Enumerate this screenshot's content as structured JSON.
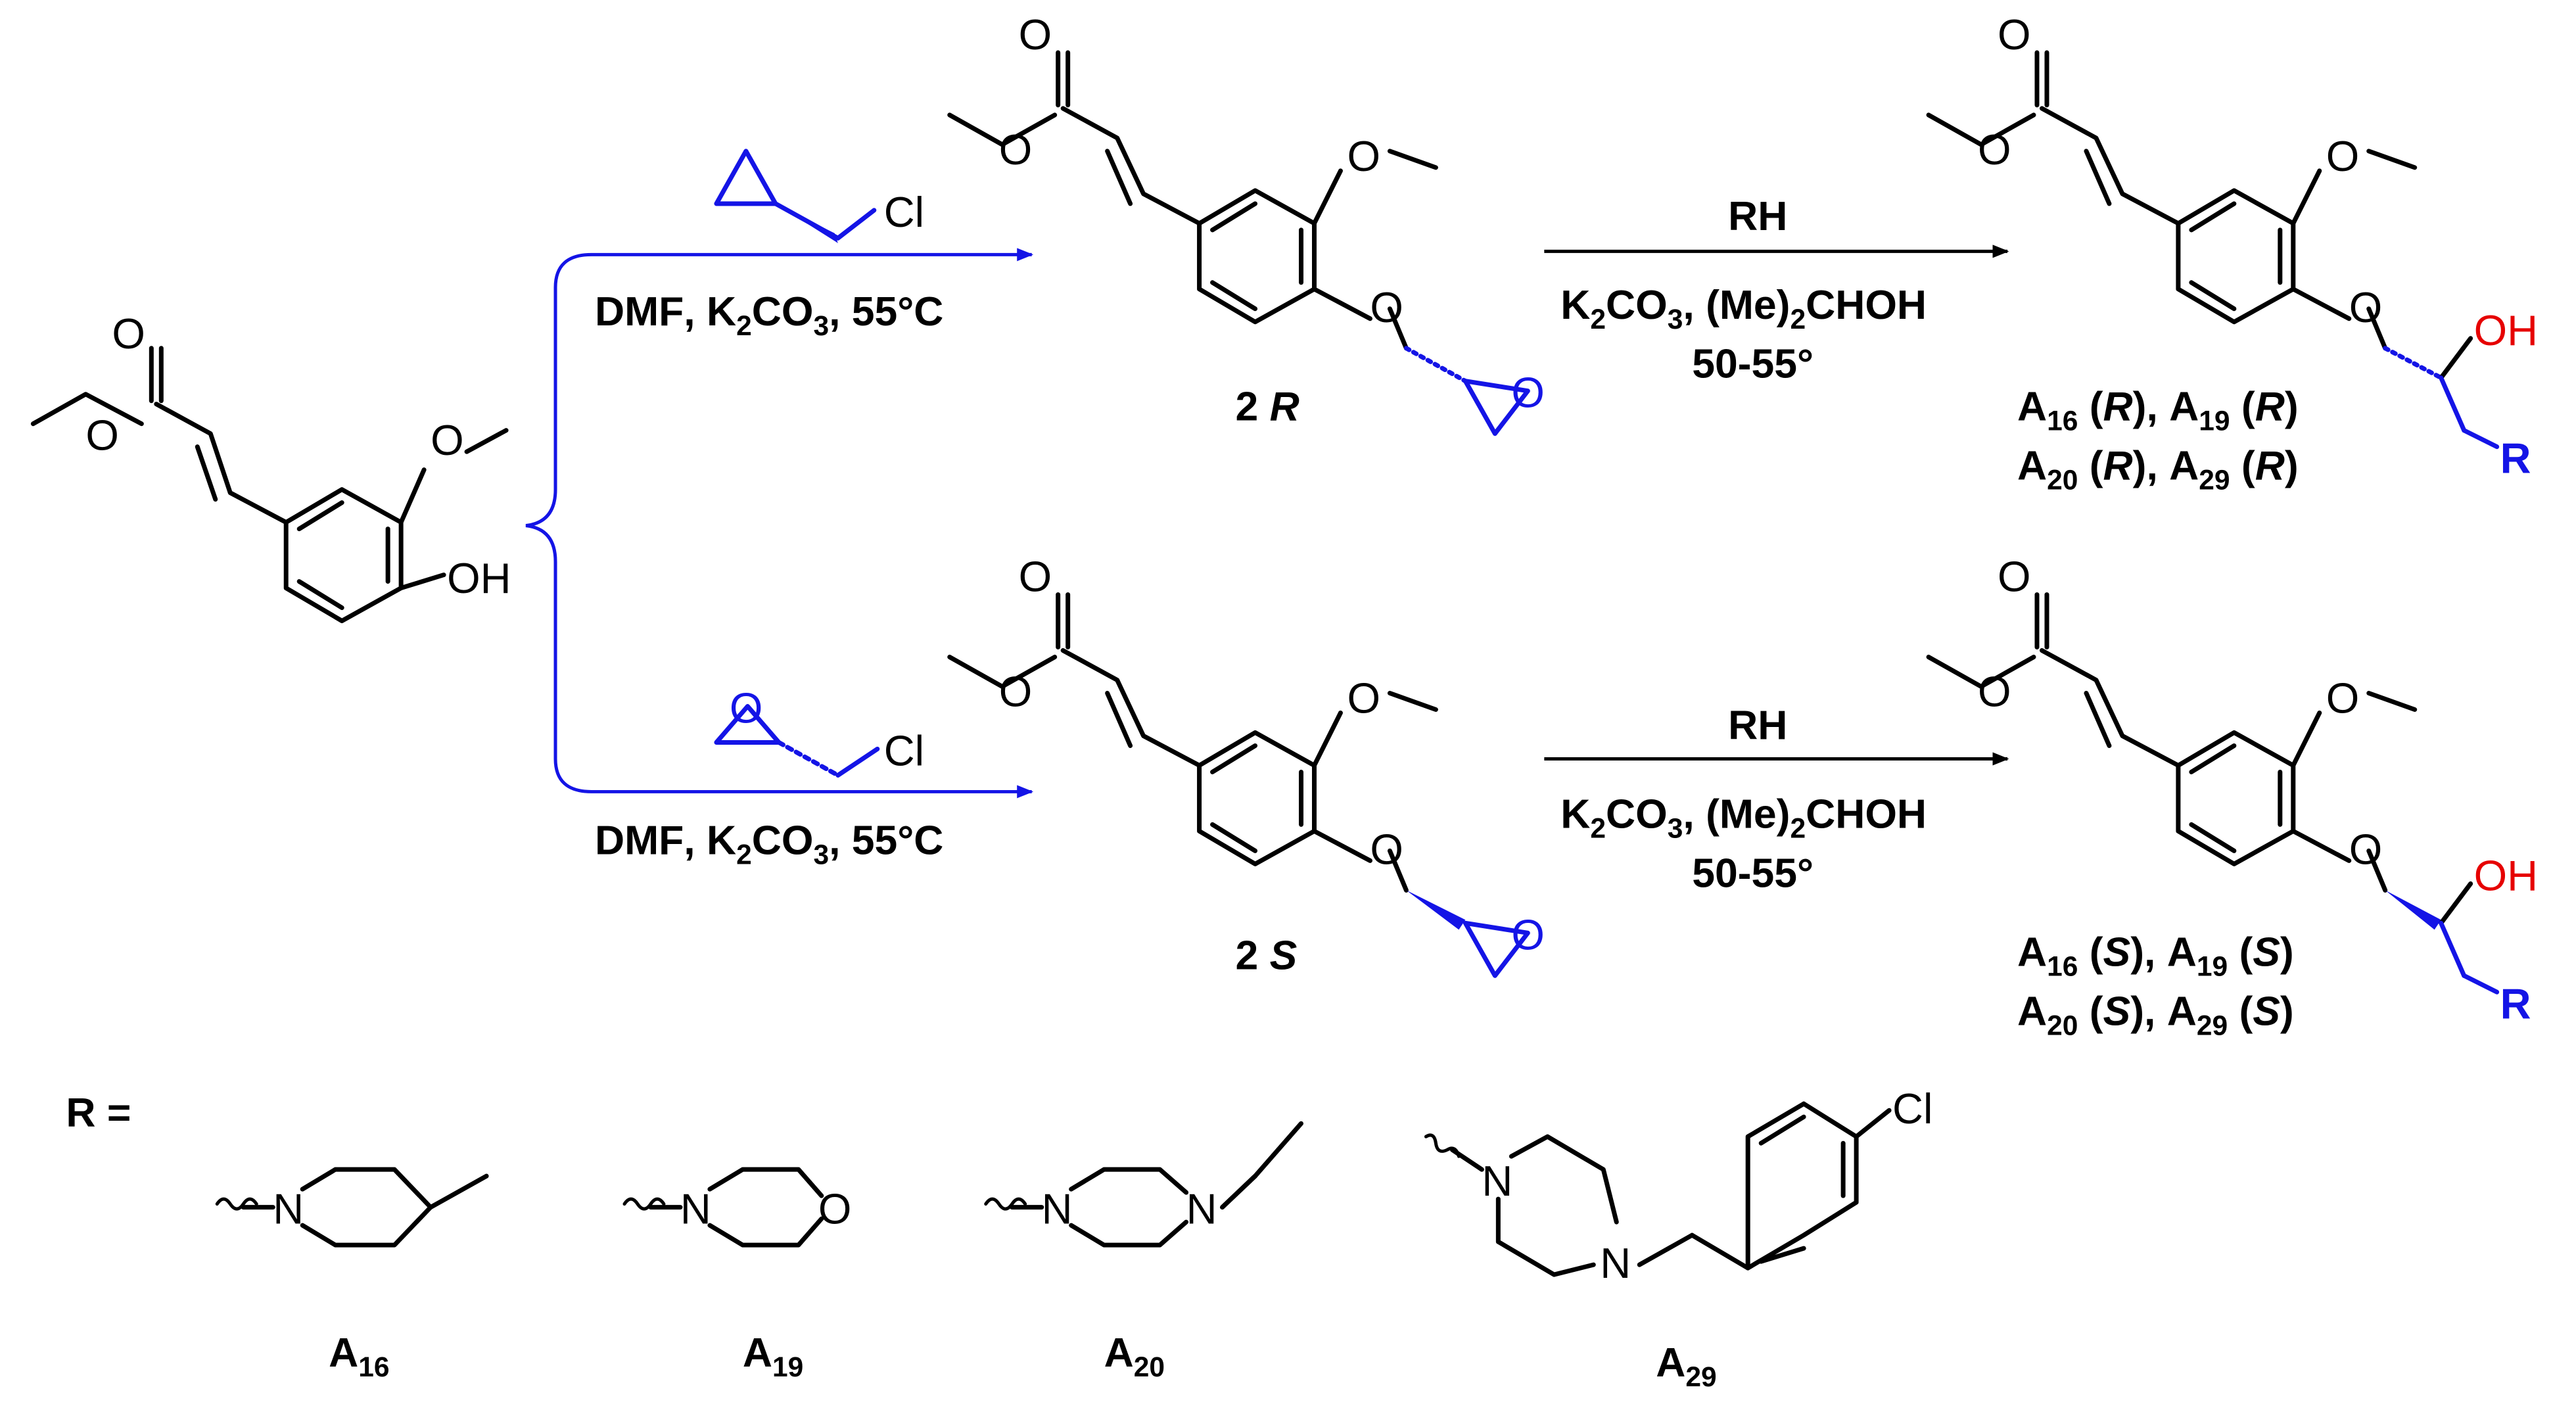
{
  "colors": {
    "bond": "#000000",
    "reagent_highlight": "#1414e6",
    "hydroxyl_highlight": "#e60000"
  },
  "atoms": {
    "O": "O",
    "OH": "OH",
    "Cl": "Cl",
    "N": "N",
    "R": "R"
  },
  "reaction_top": {
    "conditions": {
      "solvent": "DMF",
      "base": "K",
      "base_sub2": "2",
      "base_co": "CO",
      "base_sub3": "3",
      "temp": "55°C"
    },
    "product_number": "2",
    "product_config": "R"
  },
  "reaction_bottom": {
    "conditions": {
      "solvent": "DMF",
      "base": "K",
      "base_sub2": "2",
      "base_co": "CO",
      "base_sub3": "3",
      "temp": "55°C"
    },
    "product_number": "2",
    "product_config": "S"
  },
  "opening_step": {
    "reagent": "RH",
    "base_text": "K",
    "base_sub2": "2",
    "base_co": "CO",
    "base_sub3": "3",
    "solvent_open": ", (Me)",
    "solvent_sub": "2",
    "solvent_close": "CHOH",
    "temperature": "50-55°"
  },
  "products_R": {
    "line1": [
      {
        "letter": "A",
        "sub": "16",
        "config": "R"
      },
      {
        "letter": "A",
        "sub": "19",
        "config": "R"
      }
    ],
    "line2": [
      {
        "letter": "A",
        "sub": "20",
        "config": "R"
      },
      {
        "letter": "A",
        "sub": "29",
        "config": "R"
      }
    ]
  },
  "products_S": {
    "line1": [
      {
        "letter": "A",
        "sub": "16",
        "config": "S"
      },
      {
        "letter": "A",
        "sub": "19",
        "config": "S"
      }
    ],
    "line2": [
      {
        "letter": "A",
        "sub": "20",
        "config": "S"
      },
      {
        "letter": "A",
        "sub": "29",
        "config": "S"
      }
    ]
  },
  "r_groups": {
    "heading": "R =",
    "items": [
      {
        "letter": "A",
        "sub": "16"
      },
      {
        "letter": "A",
        "sub": "19"
      },
      {
        "letter": "A",
        "sub": "20"
      },
      {
        "letter": "A",
        "sub": "29"
      }
    ]
  }
}
